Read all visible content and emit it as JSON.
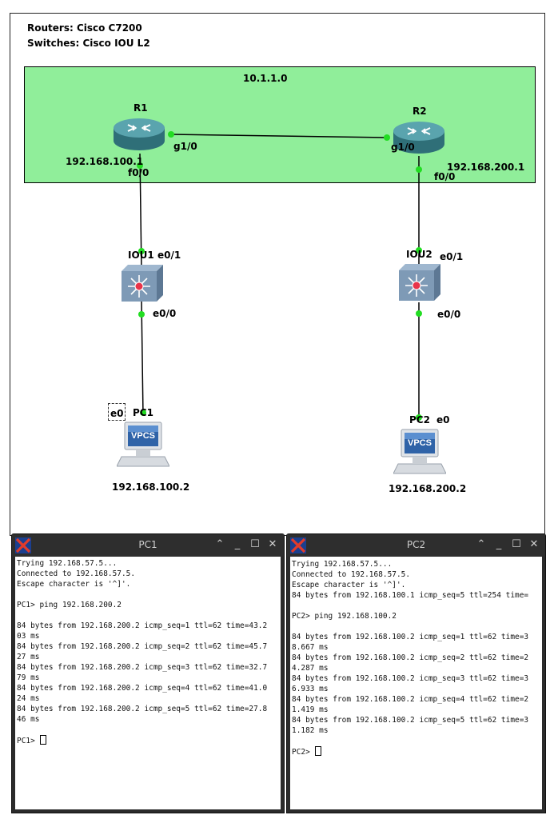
{
  "topology": {
    "note_line1": "Routers: Cisco C7200",
    "note_line2": "Switches: Cisco IOU L2",
    "subnet_label": "10.1.1.0",
    "r1": {
      "name": "R1",
      "ip": "192.168.100.1",
      "port_g": "g1/0",
      "port_f": "f0/0"
    },
    "r2": {
      "name": "R2",
      "ip": "192.168.200.1",
      "port_g": "g1/0",
      "port_f": "f0/0"
    },
    "iou1": {
      "name": "IOU1",
      "port_up": "e0/1",
      "port_down": "e0/0"
    },
    "iou2": {
      "name": "IOU2",
      "port_up": "e0/1",
      "port_down": "e0/0"
    },
    "pc1": {
      "name": "PC1",
      "port": "e0",
      "ip": "192.168.100.2",
      "logo": "VPCS"
    },
    "pc2": {
      "name": "PC2",
      "port": "e0",
      "ip": "192.168.200.2",
      "logo": "VPCS"
    },
    "colors": {
      "subnet_fill": "#90ee9a",
      "link_dot": "#22dd22",
      "router": "#3f8a93"
    }
  },
  "terminals": [
    {
      "title": "PC1",
      "lines": [
        "Trying 192.168.57.5...",
        "Connected to 192.168.57.5.",
        "Escape character is '^]'.",
        "",
        "PC1> ping 192.168.200.2",
        "",
        "84 bytes from 192.168.200.2 icmp_seq=1 ttl=62 time=43.2",
        "03 ms",
        "84 bytes from 192.168.200.2 icmp_seq=2 ttl=62 time=45.7",
        "27 ms",
        "84 bytes from 192.168.200.2 icmp_seq=3 ttl=62 time=32.7",
        "79 ms",
        "84 bytes from 192.168.200.2 icmp_seq=4 ttl=62 time=41.0",
        "24 ms",
        "84 bytes from 192.168.200.2 icmp_seq=5 ttl=62 time=27.8",
        "46 ms",
        ""
      ],
      "prompt": "PC1> "
    },
    {
      "title": "PC2",
      "lines": [
        "Trying 192.168.57.5...",
        "Connected to 192.168.57.5.",
        "Escape character is '^]'.",
        "84 bytes from 192.168.100.1 icmp_seq=5 ttl=254 time=",
        "",
        "PC2> ping 192.168.100.2",
        "",
        "84 bytes from 192.168.100.2 icmp_seq=1 ttl=62 time=3",
        "8.667 ms",
        "84 bytes from 192.168.100.2 icmp_seq=2 ttl=62 time=2",
        "4.287 ms",
        "84 bytes from 192.168.100.2 icmp_seq=3 ttl=62 time=3",
        "6.933 ms",
        "84 bytes from 192.168.100.2 icmp_seq=4 ttl=62 time=2",
        "1.419 ms",
        "84 bytes from 192.168.100.2 icmp_seq=5 ttl=62 time=3",
        "1.182 ms",
        ""
      ],
      "prompt": "PC2> "
    }
  ],
  "window_icons": [
    "x-app-icon",
    "chevron-up-icon",
    "minimize-icon",
    "maximize-icon",
    "close-icon"
  ]
}
